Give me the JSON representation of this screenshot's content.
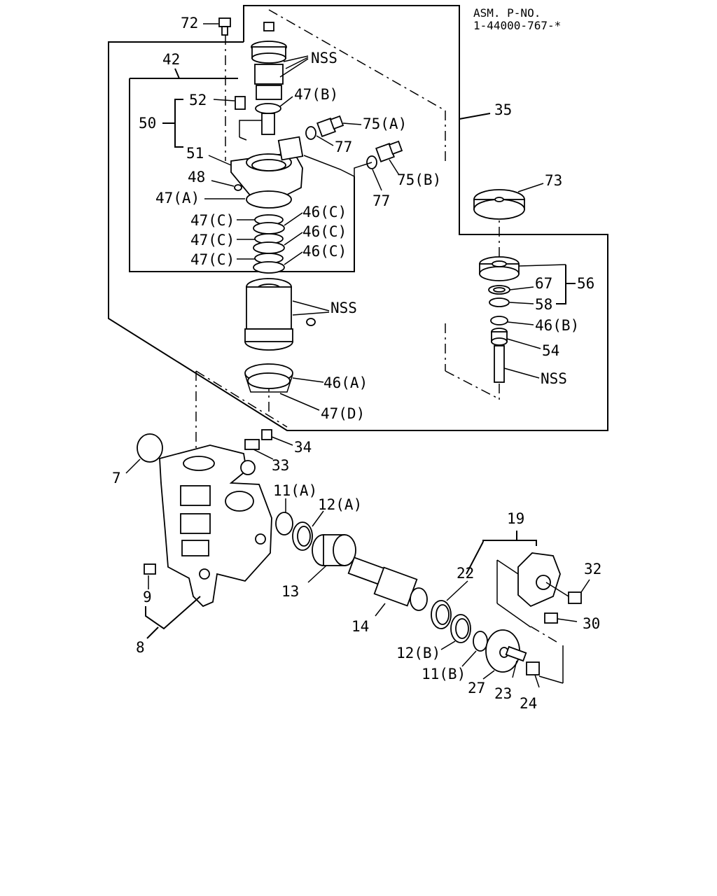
{
  "header": {
    "line1": "ASM. P-NO.",
    "line2": "1-44000-767-*"
  },
  "labels": {
    "p72": "72",
    "nss_top": "NSS",
    "p42": "42",
    "p52": "52",
    "p47b": "47(B)",
    "p50": "50",
    "p75a": "75(A)",
    "p35": "35",
    "p77a": "77",
    "p51": "51",
    "p75b": "75(B)",
    "p48": "48",
    "p77b": "77",
    "p73": "73",
    "p47a": "47(A)",
    "p46c1": "46(C)",
    "p47c1": "47(C)",
    "p46c2": "46(C)",
    "p47c2": "47(C)",
    "p46c3": "46(C)",
    "p47c3": "47(C)",
    "p67": "67",
    "p56": "56",
    "nss_mid": "NSS",
    "p58": "58",
    "p46b": "46(B)",
    "p54": "54",
    "nss_shaft": "NSS",
    "p46a": "46(A)",
    "p47d": "47(D)",
    "p34": "34",
    "p7": "7",
    "p33": "33",
    "p11a": "11(A)",
    "p12a": "12(A)",
    "p19": "19",
    "p32": "32",
    "p22": "22",
    "p9": "9",
    "p13": "13",
    "p30": "30",
    "p14": "14",
    "p8": "8",
    "p12b": "12(B)",
    "p11b": "11(B)",
    "p27": "27",
    "p23": "23",
    "p24": "24"
  }
}
